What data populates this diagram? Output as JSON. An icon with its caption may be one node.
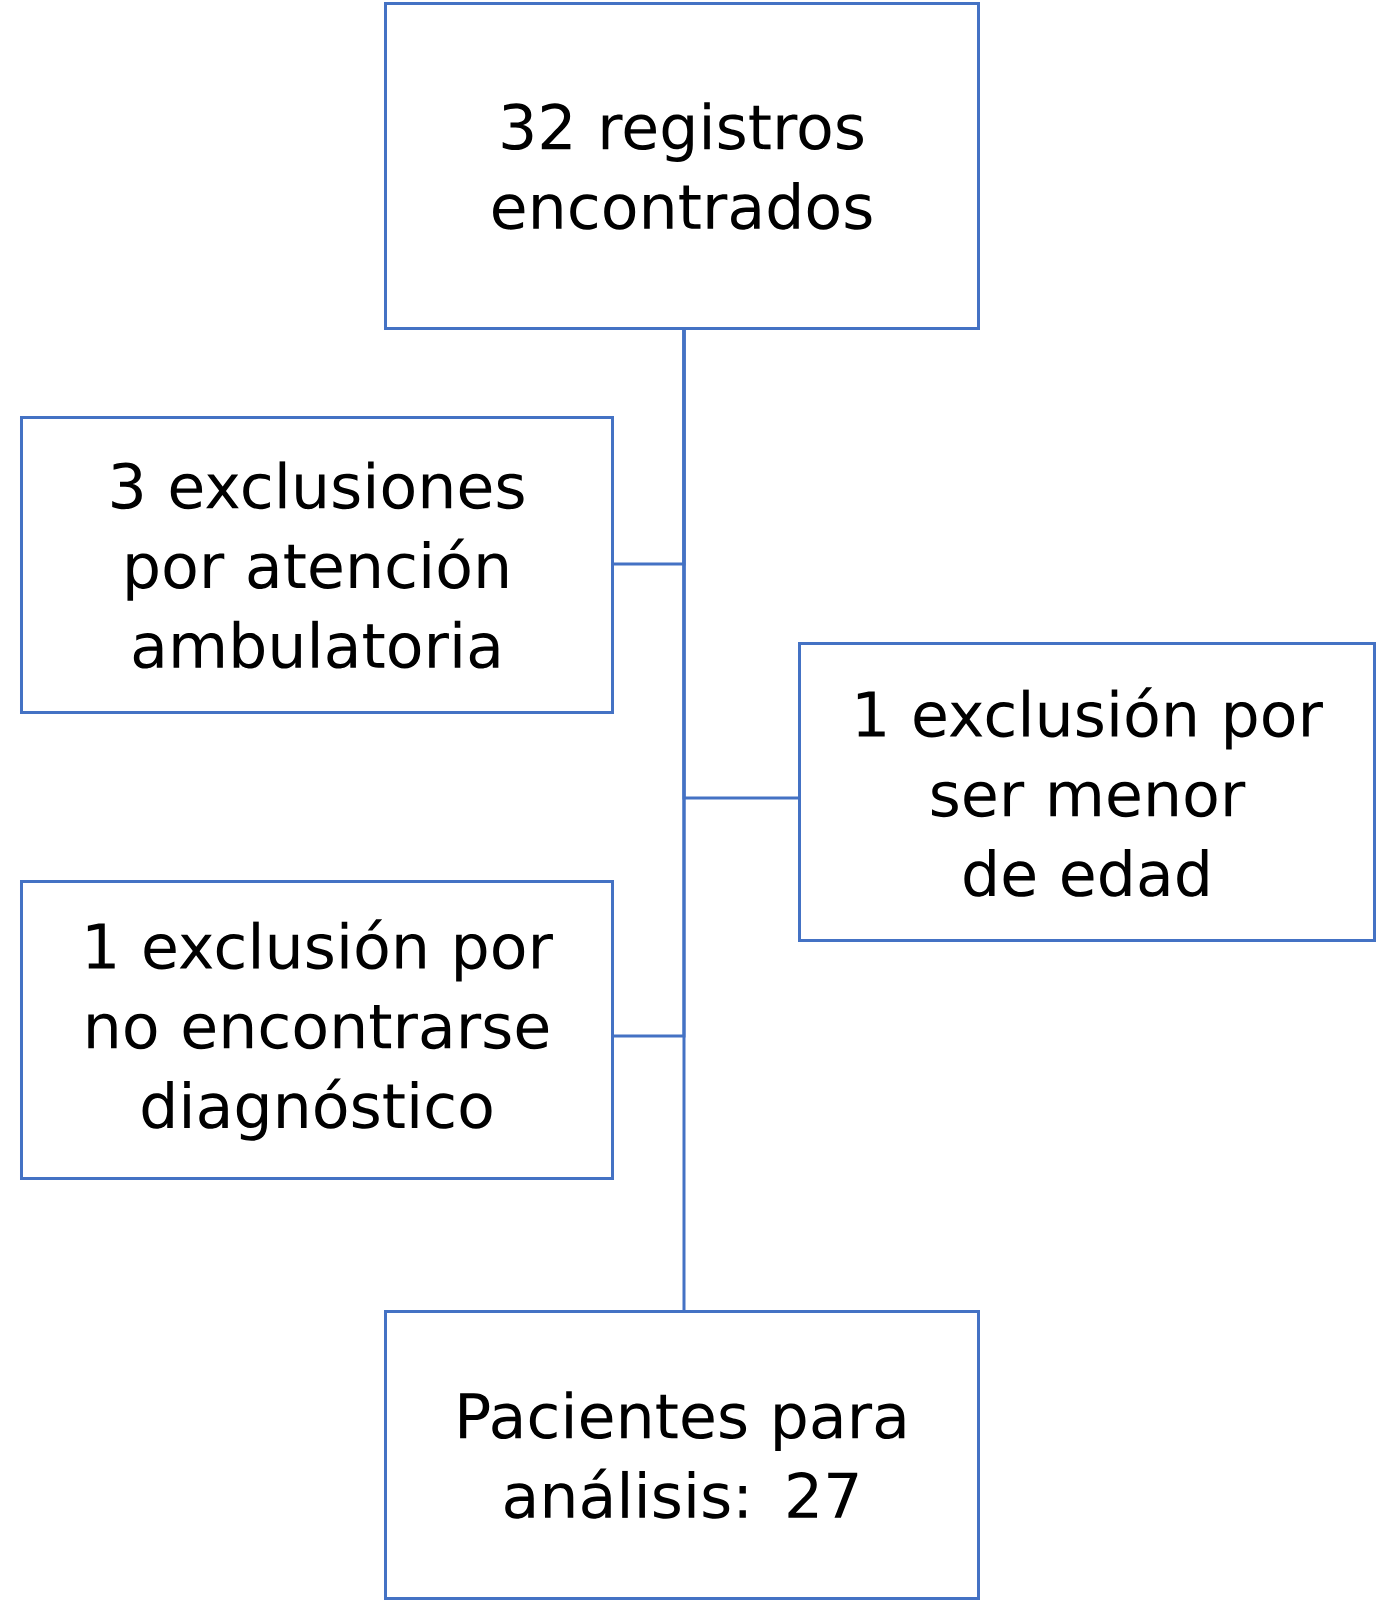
{
  "diagram": {
    "nodes": [
      {
        "text": [
          "32 registros encontrados"
        ]
      },
      {
        "text": [
          "3 exclusiones por atención ambulatoria"
        ]
      },
      {
        "text": [
          "1 exclusión por ser menor de edad"
        ]
      },
      {
        "text": [
          "1 exclusión por no encontrarse diagnóstico"
        ]
      },
      {
        "text": [
          "Pacientes para análisis: 27"
        ]
      }
    ],
    "edges": [
      {
        "from": 0,
        "to": 4,
        "arrow": "none"
      },
      {
        "from": 0,
        "to": 1,
        "arrow": "none"
      },
      {
        "from": 0,
        "to": 2,
        "arrow": "none"
      },
      {
        "from": 0,
        "to": 3,
        "arrow": "none"
      }
    ]
  }
}
